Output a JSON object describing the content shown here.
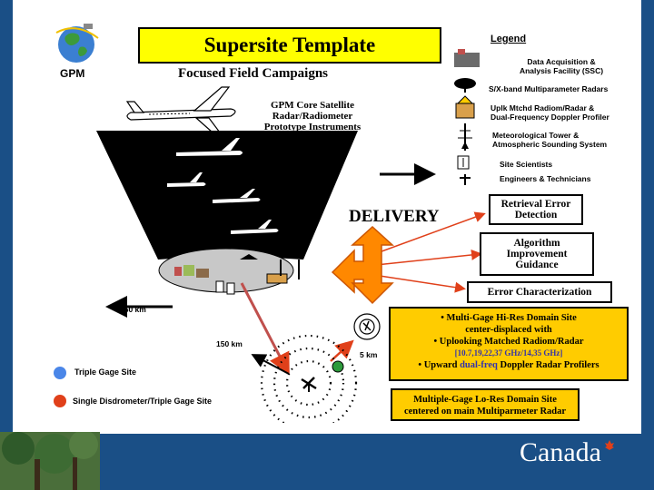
{
  "header": {
    "title": "Supersite Template",
    "subtitle": "Focused Field Campaigns",
    "logo_text": "GPM"
  },
  "core_label": {
    "line1": "GPM Core Satellite",
    "line2": "Radar/Radiometer",
    "line3": "Prototype Instruments"
  },
  "legend": {
    "title": "Legend",
    "items": [
      {
        "line1": "Data Acquisition &",
        "line2": "Analysis Facility (SSC)"
      },
      {
        "line1": "S/X-band Multiparameter Radars",
        "line2": ""
      },
      {
        "line1": "Uplk Mtchd Radiom/Radar &",
        "line2": "Dual-Frequency Doppler Profiler"
      },
      {
        "line1": "Meteorological Tower &",
        "line2": "Atmospheric Sounding System"
      },
      {
        "line1": "Site Scientists",
        "line2": ""
      },
      {
        "line1": "Engineers & Technicians",
        "line2": ""
      }
    ]
  },
  "delivery": "DELIVERY",
  "outputs": [
    {
      "line1": "Retrieval Error",
      "line2": "Detection",
      "line3": ""
    },
    {
      "line1": "Algorithm",
      "line2": "Improvement",
      "line3": "Guidance"
    },
    {
      "line1": "Error Characterization",
      "line2": "",
      "line3": ""
    }
  ],
  "scale": {
    "label_150_left": "150 km",
    "label_150_diag": "150 km",
    "label_5": "5 km"
  },
  "sites": {
    "triple_gage": "Triple Gage Site",
    "single_disdrometer": "Single Disdrometer/Triple Gage Site",
    "triple_gage_color": "#4a86e8",
    "single_disdrometer_color": "#e0401a"
  },
  "hires_box": {
    "line1": "• Multi-Gage Hi-Res Domain Site",
    "line2": "center-displaced with",
    "line3": "• Uplooking Matched Radiom/Radar",
    "line4": "[10.7,19,22,37 GHz/14,35 GHz]",
    "line5_a": "• Upward",
    "line5_b": "dual-freq",
    "line5_c": "Doppler Radar Profilers"
  },
  "lores_box": {
    "line1": "Multiple-Gage Lo-Res Domain Site",
    "line2": "centered on main Multiparmeter Radar"
  },
  "footer": {
    "wordmark": "Canada"
  },
  "colors": {
    "background": "#1a4f86",
    "title_fill": "#ffff00",
    "box_fill": "#ffcc00",
    "arrow_red": "#e0401a",
    "spectral_blue": "#3333aa",
    "spectral_orange": "#cc5500"
  }
}
